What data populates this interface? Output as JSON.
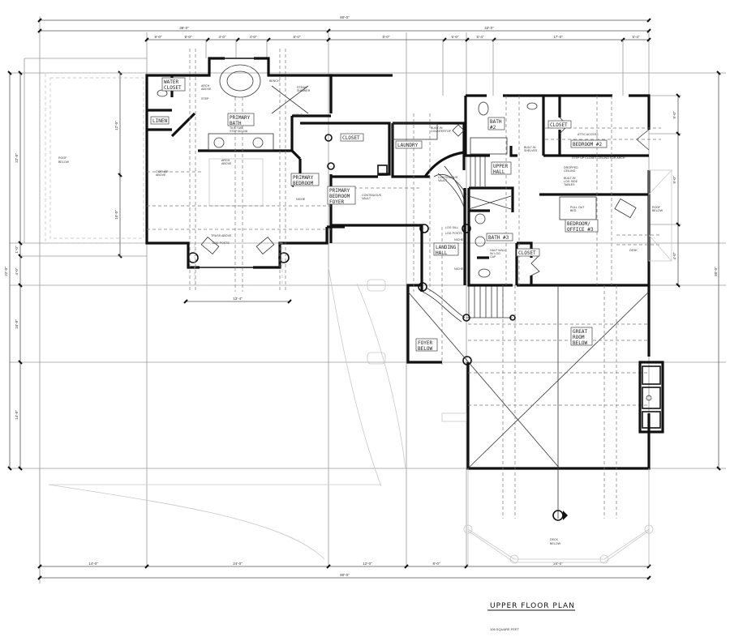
{
  "drawing": {
    "title": "UPPER FLOOR PLAN",
    "subtitle": "106 SQUARE FEET",
    "rooms": [
      {
        "id": "water_closet",
        "label_lines": [
          "WATER",
          "CLOSET"
        ]
      },
      {
        "id": "linen",
        "label_lines": [
          "LINEN"
        ]
      },
      {
        "id": "primary_bath",
        "label_lines": [
          "PRIMARY",
          "BATH"
        ]
      },
      {
        "id": "primary_bedroom",
        "label_lines": [
          "PRIMARY",
          "BEDROOM"
        ]
      },
      {
        "id": "closet_primary",
        "label_lines": [
          "CLOSET"
        ]
      },
      {
        "id": "primary_bedroom_foyer",
        "label_lines": [
          "PRIMARY",
          "BEDROOM",
          "FOYER"
        ]
      },
      {
        "id": "laundry",
        "label_lines": [
          "LAUNDRY"
        ]
      },
      {
        "id": "bath2",
        "label_lines": [
          "BATH",
          "#2"
        ]
      },
      {
        "id": "closet_bed2",
        "label_lines": [
          "CLOSET"
        ]
      },
      {
        "id": "bedroom2",
        "label_lines": [
          "BEDROOM #2"
        ]
      },
      {
        "id": "upper_hall",
        "label_lines": [
          "UPPER",
          "HALL"
        ]
      },
      {
        "id": "bath3",
        "label_lines": [
          "BATH #3"
        ]
      },
      {
        "id": "closet_bed3",
        "label_lines": [
          "CLOSET"
        ]
      },
      {
        "id": "bedroom_office3",
        "label_lines": [
          "BEDROOM/",
          "OFFICE #3"
        ]
      },
      {
        "id": "landing_hall",
        "label_lines": [
          "LANDING",
          "HALL"
        ]
      },
      {
        "id": "foyer_below",
        "label_lines": [
          "FOYER",
          "BELOW"
        ]
      },
      {
        "id": "great_room_below",
        "label_lines": [
          "GREAT",
          "ROOM",
          "BELOW"
        ]
      }
    ],
    "notes": {
      "roof_below_left": [
        "ROOF",
        "BELOW"
      ],
      "roof_below_right": [
        "ROOF",
        "BELOW"
      ],
      "deck_below": [
        "DECK",
        "BELOW"
      ],
      "arch_above_bath": [
        "ARCH",
        "ABOVE"
      ],
      "step": "STEP",
      "bench": "BENCH",
      "steam_shower": [
        "STEAM",
        "SHOWER"
      ],
      "tile_note": [
        "TILE TUB",
        "STEP 8O DIA"
      ],
      "niche_bath": "NICHE",
      "corner_above": [
        "CORNER",
        "ABOVE"
      ],
      "arch_above_bed": [
        "ARCH",
        "ABOVE"
      ],
      "niche_bed": "NICHE",
      "truss_above": "TRUSS ABOVE",
      "log_posts_bed": "LOG POSTS",
      "continuous_vault": [
        "CONTINUOUS",
        "VAULT"
      ],
      "built_in_countertop": [
        "BUILT-IN",
        "COUNTERTOP"
      ],
      "continuous_vault_stair": [
        "CONTINUOUS",
        "VAULT"
      ],
      "built_in_shelves": [
        "BUILT-IN",
        "SHELVES"
      ],
      "attic_access": "ATTIC ACCESS",
      "step_up_closet": "STEP UP CLOSET CEILING FOR ARCH",
      "dropped_ceiling": [
        "DROPPED",
        "CEILING"
      ],
      "built_in_log_side_tables": [
        "BUILT-IN",
        "LOG SIDE",
        "TABLES"
      ],
      "log_sill": "LOG SILL",
      "log_posts_landing": "LOG POSTS",
      "niche_landing_1": "NICHE",
      "niche_landing_2": "NICHE",
      "half_wall": [
        "HALF WALL",
        "W/ LOG",
        "CAP"
      ],
      "pull_out_bed": [
        "PULL OUT",
        "BED"
      ],
      "desk": "DESK"
    },
    "dimensions": {
      "top_overall": "80'-0\"",
      "top_left_group": "38'-0\"",
      "top_right_group": "42'-0\"",
      "top_segments": [
        "9'-0\"",
        "9'-0\"",
        "4'-0\"",
        "4'-0\"",
        "8'-0\"",
        "8'-0\"",
        "5'-0\"",
        "5'-4\"",
        "17'-0\"",
        "5'-4\""
      ],
      "bottom_segments": [
        "14'-0\"",
        "24'-0\"",
        "12'-0\"",
        "8'-0\"",
        "24'-0\""
      ],
      "bottom_overall": "80'-0\"",
      "left_overall": "22'-0\"",
      "left_overall_2": "22'-0\"",
      "left_segments": [
        "12'-0\"",
        "10'-0\"",
        "1'-0\"",
        "4'-0\"",
        "10'-0\"",
        "14'-0\""
      ],
      "right_segments": [
        "9'-0\"",
        "9'-0\"",
        "4'-0\""
      ],
      "right_overall": "50'-0\"",
      "bay_width": "13'-4\"",
      "deck_width": "24'-0\""
    }
  }
}
